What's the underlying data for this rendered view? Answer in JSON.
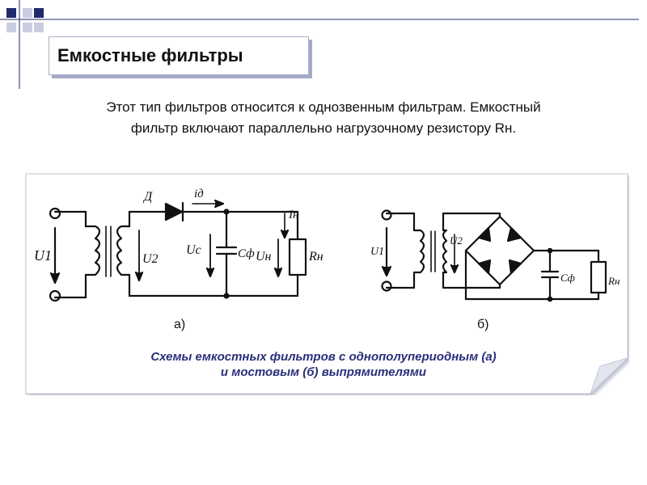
{
  "slide": {
    "title": "Емкостные фильтры",
    "intro_line1": "Этот тип фильтров относится к однозвенным фильтрам. Емкостный",
    "intro_line2": "фильтр включают параллельно нагрузочному резистору Rн."
  },
  "figure": {
    "label_a": "а)",
    "label_b": "б)",
    "caption_line1": "Схемы емкостных фильтров с однополупериодным (а)",
    "caption_line2": "и мостовым (б) выпрямителями",
    "circuit_a": {
      "diode_label": "Д",
      "current_label": "iд",
      "input_voltage": "U1",
      "secondary_voltage": "U2",
      "cap_voltage": "Uc",
      "cap_label": "Cф",
      "load_voltage": "Uн",
      "load_current": "Iн",
      "resistor_label": "Rн"
    },
    "circuit_b": {
      "input_voltage": "U1",
      "secondary_voltage": "U2",
      "cap_label": "Cф",
      "resistor_label": "Rн"
    }
  },
  "colors": {
    "accent_navy": "#1e2a6b",
    "accent_light": "#c9cde0",
    "caption": "#2a2f7a",
    "frame": "#a9b0c8"
  }
}
